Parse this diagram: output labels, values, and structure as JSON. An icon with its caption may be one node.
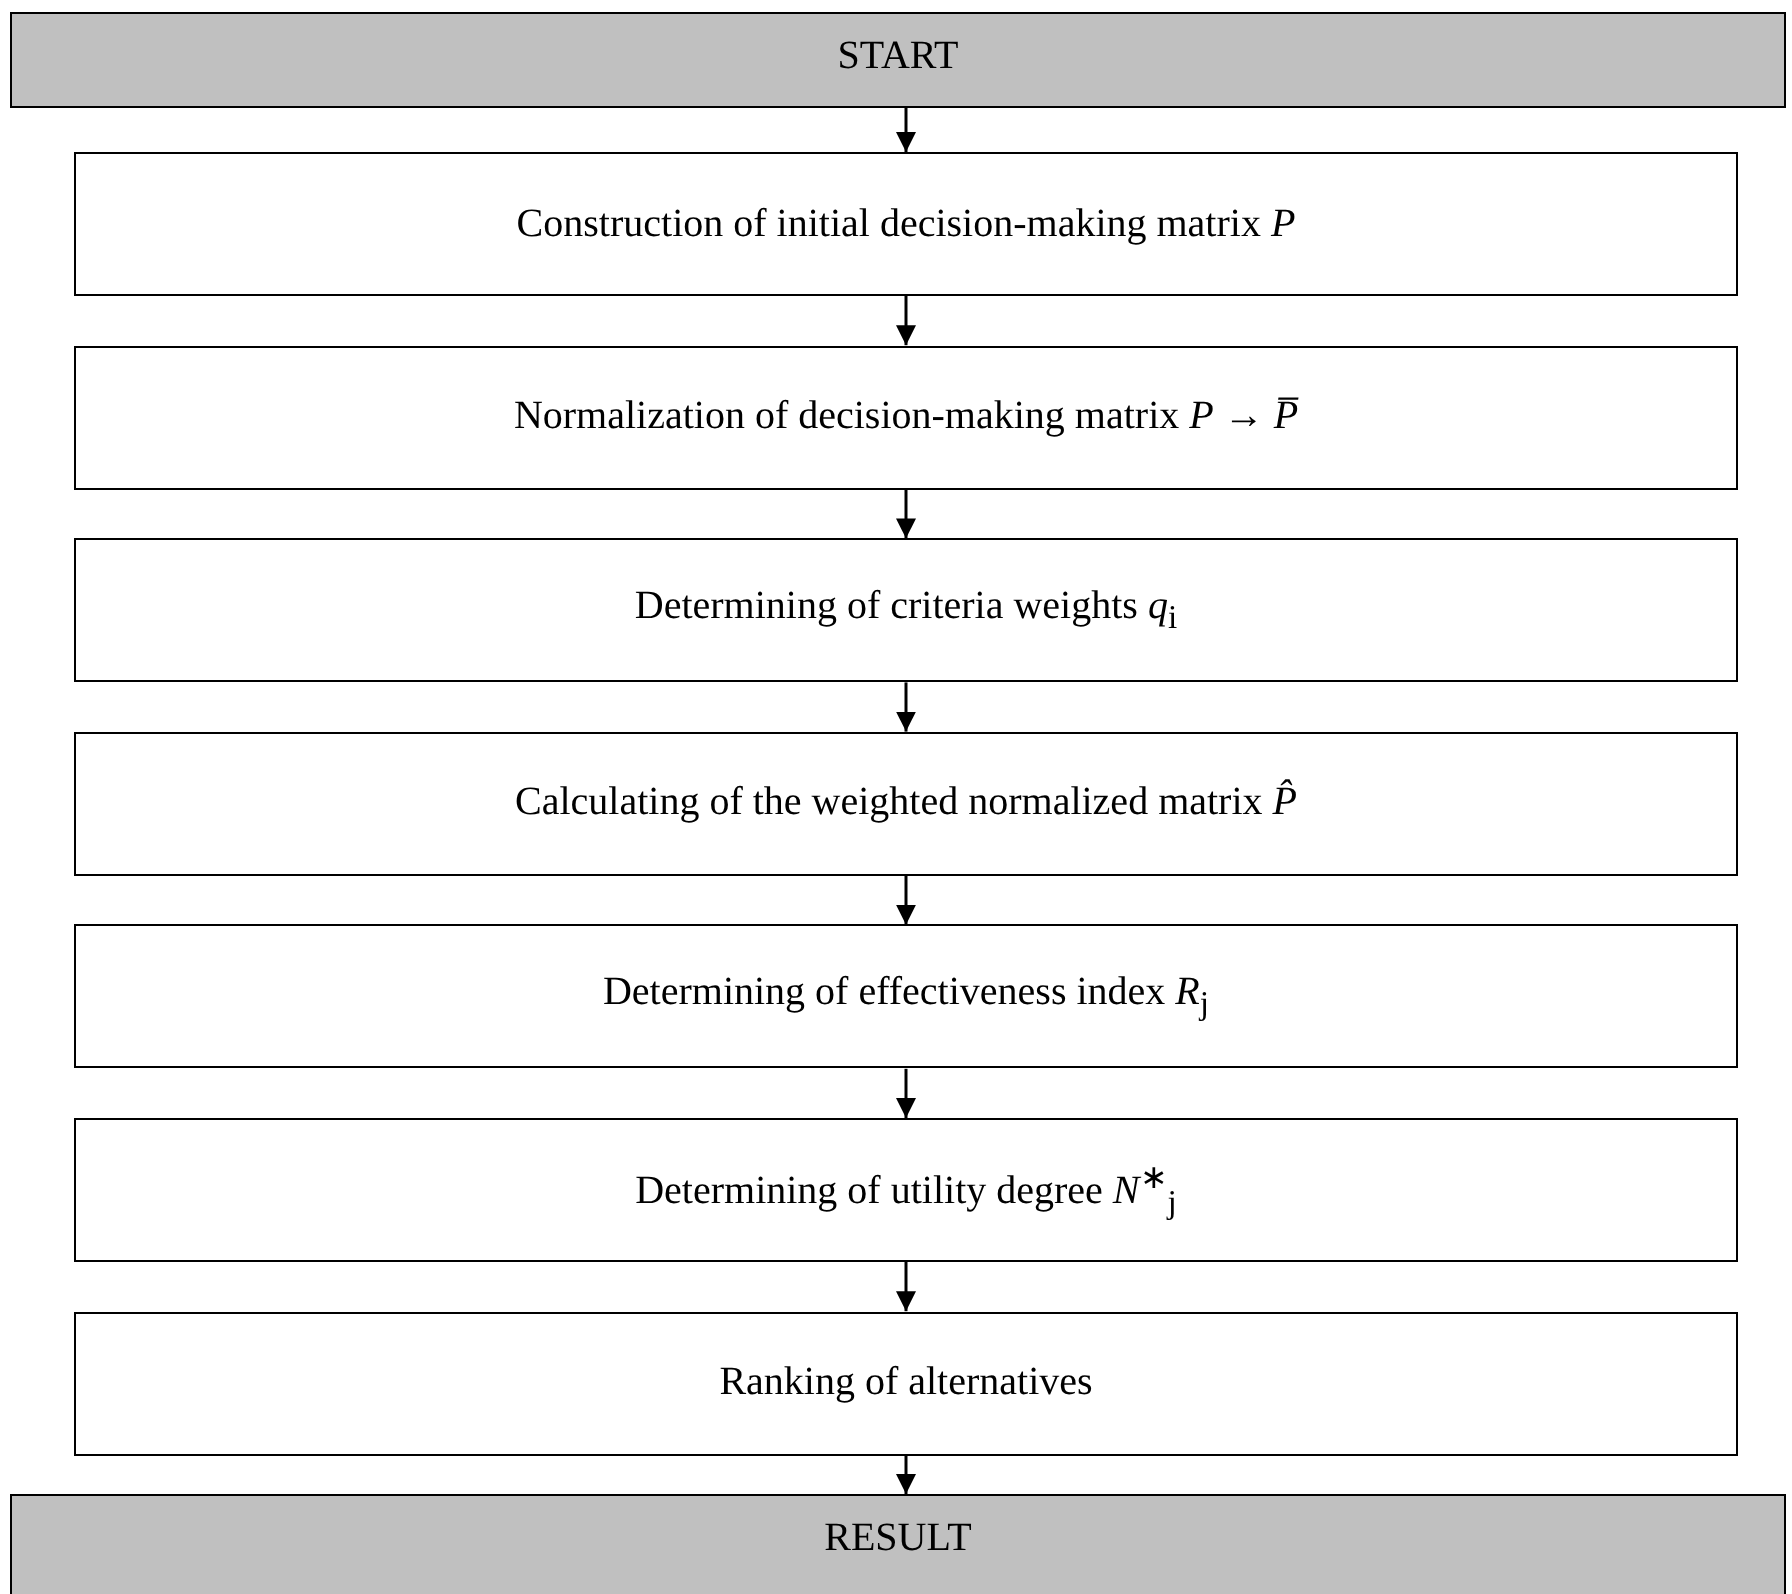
{
  "diagram": {
    "nodes": [
      {
        "text": [
          "START"
        ]
      },
      {
        "text": [
          "Construction of initial decision-making matrix  *P*"
        ]
      },
      {
        "text": [
          "Normalization of decision-making matrix  *P* → *P̅*"
        ]
      },
      {
        "text": [
          "Determining of criteria weights  *q*$_{i}$"
        ]
      },
      {
        "text": [
          "Calculating of the weighted normalized matrix  *P̂*"
        ]
      },
      {
        "text": [
          "Determining of effectiveness index  *R*$_{j}$"
        ]
      },
      {
        "text": [
          "Determining of utility degree  *N*$^{∗}$$_{j}$"
        ]
      },
      {
        "text": [
          "Ranking of alternatives"
        ]
      },
      {
        "text": [
          "RESULT"
        ]
      }
    ],
    "edges": [
      {
        "from": 0,
        "to": 1,
        "arrow": "to"
      },
      {
        "from": 1,
        "to": 2,
        "arrow": "to"
      },
      {
        "from": 2,
        "to": 3,
        "arrow": "to"
      },
      {
        "from": 3,
        "to": 4,
        "arrow": "to"
      },
      {
        "from": 4,
        "to": 5,
        "arrow": "to"
      },
      {
        "from": 5,
        "to": 6,
        "arrow": "to"
      },
      {
        "from": 6,
        "to": 7,
        "arrow": "to"
      },
      {
        "from": 7,
        "to": 8,
        "arrow": "to"
      }
    ]
  }
}
